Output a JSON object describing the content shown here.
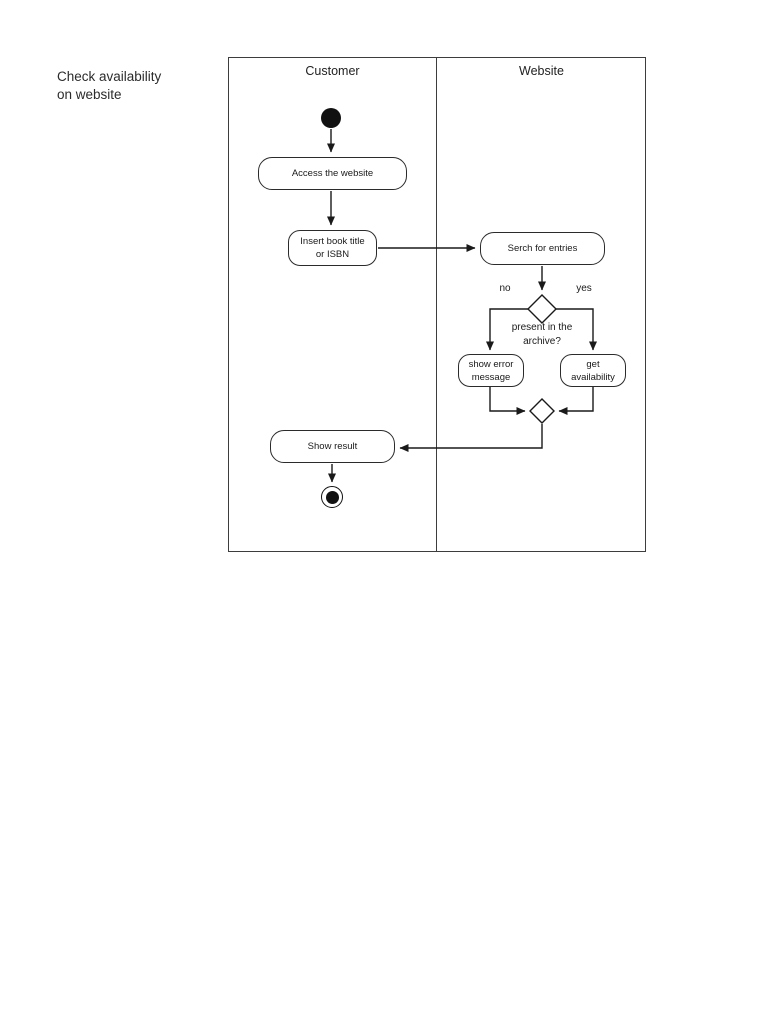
{
  "page": {
    "title_line1": "Check availability",
    "title_line2": "on website"
  },
  "diagram": {
    "type": "uml-activity-diagram",
    "lanes": [
      {
        "label": "Customer"
      },
      {
        "label": "Website"
      }
    ],
    "nodes": {
      "start": {
        "kind": "initial-node"
      },
      "access": {
        "label": "Access the website"
      },
      "insert": {
        "label": "Insert book title or ISBN"
      },
      "search": {
        "label": "Serch for entries"
      },
      "decision": {
        "question": "present in the archive?",
        "no_label": "no",
        "yes_label": "yes"
      },
      "show_error": {
        "label": "show error message"
      },
      "get_availability": {
        "label": "get availability"
      },
      "show_result": {
        "label": "Show result"
      },
      "end": {
        "kind": "final-node"
      }
    },
    "edges": [
      "start -> access",
      "access -> insert",
      "insert -> search",
      "search -> decision",
      "decision -no-> show_error",
      "decision -yes-> get_availability",
      "show_error -> merge",
      "get_availability -> merge",
      "merge -> show_result",
      "show_result -> end"
    ],
    "colors": {
      "line": "#1a1a1a",
      "frame_border": "#3d3d3d",
      "node_fill": "#ffffff",
      "text": "#1a1a1a"
    }
  }
}
